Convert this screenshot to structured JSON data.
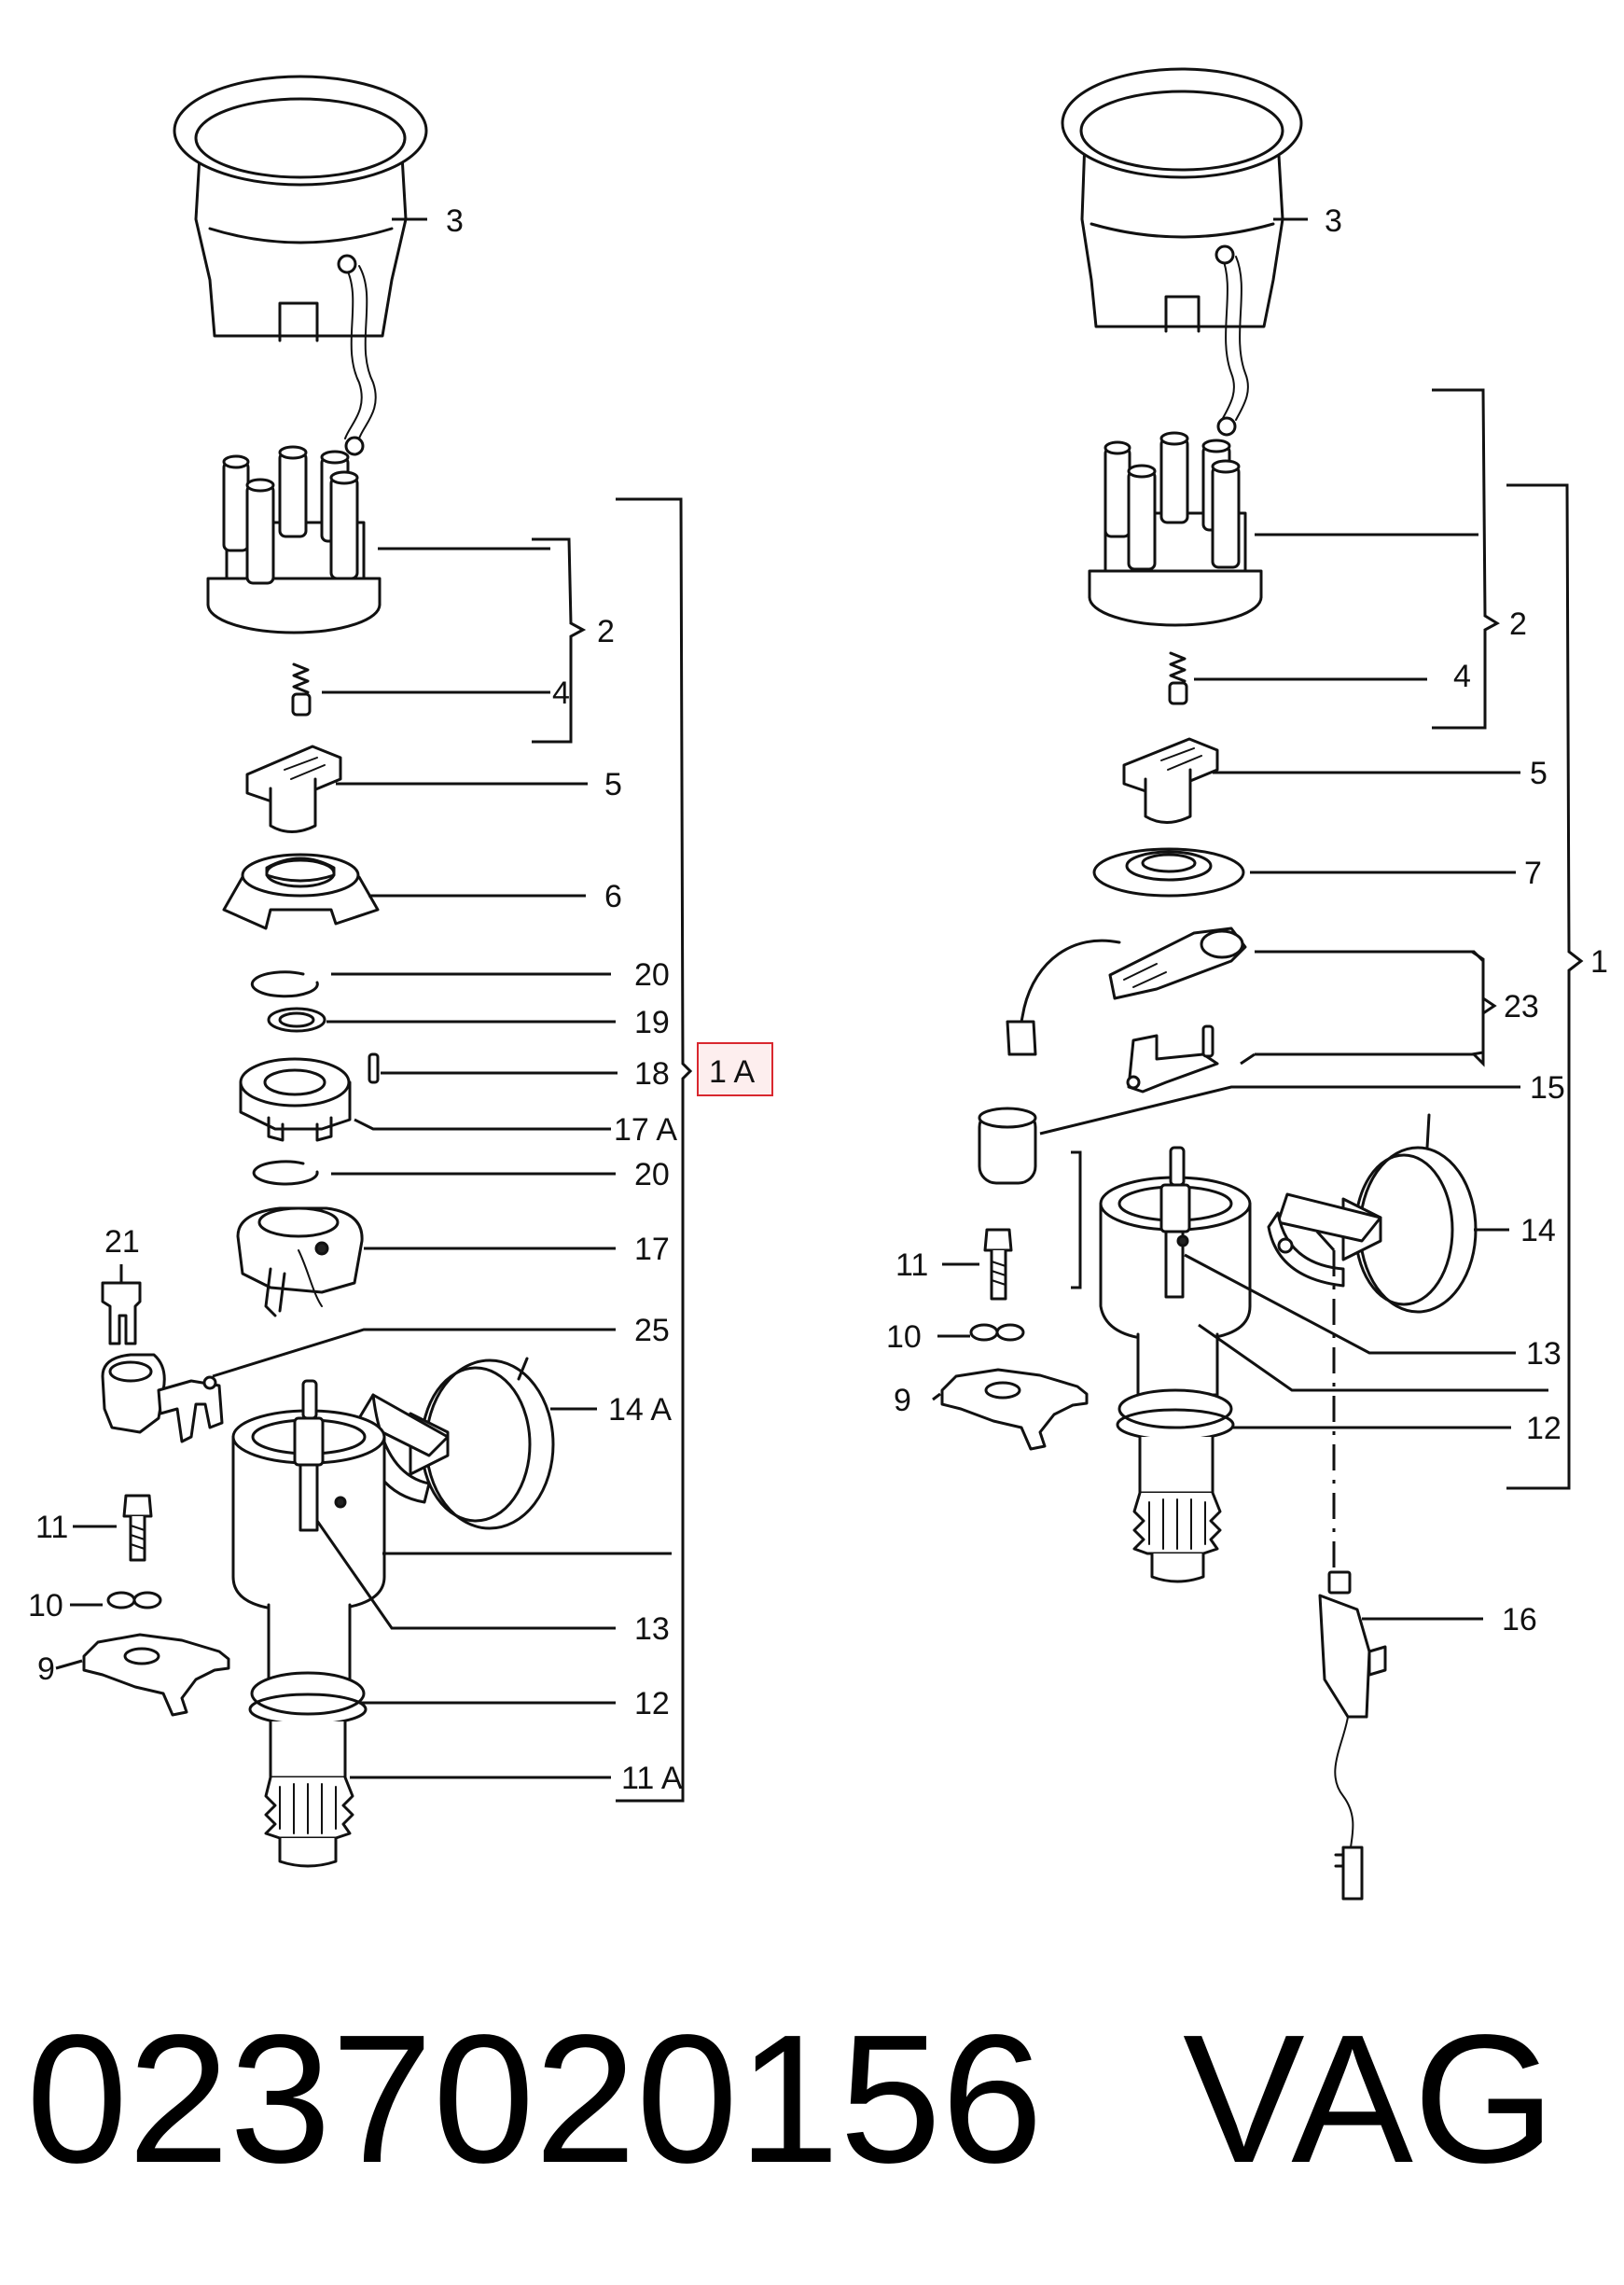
{
  "labels": {
    "l3": "3",
    "l2": "2",
    "l4": "4",
    "l5": "5",
    "l6": "6",
    "l20a": "20",
    "l19": "19",
    "l18": "18",
    "l17a": "17 A",
    "l20b": "20",
    "l17": "17",
    "l21": "21",
    "l25": "25",
    "l14a": "14 A",
    "l11": "11",
    "l10": "10",
    "l9": "9",
    "l13": "13",
    "l12": "12",
    "l11a": "11 A",
    "l1a": "1 A",
    "r3": "3",
    "r2": "2",
    "r4": "4",
    "r5": "5",
    "r7": "7",
    "r23": "23",
    "r1": "1",
    "r15": "15",
    "r14": "14",
    "r11": "11",
    "r13": "13",
    "r10": "10",
    "r9": "9",
    "r12": "12",
    "r16": "16"
  },
  "footer": {
    "part_number": "0237020156",
    "brand": "VAG"
  },
  "colors": {
    "line": "#111111",
    "highlight_border": "#d9282f",
    "highlight_fill": "#fdeeee"
  }
}
